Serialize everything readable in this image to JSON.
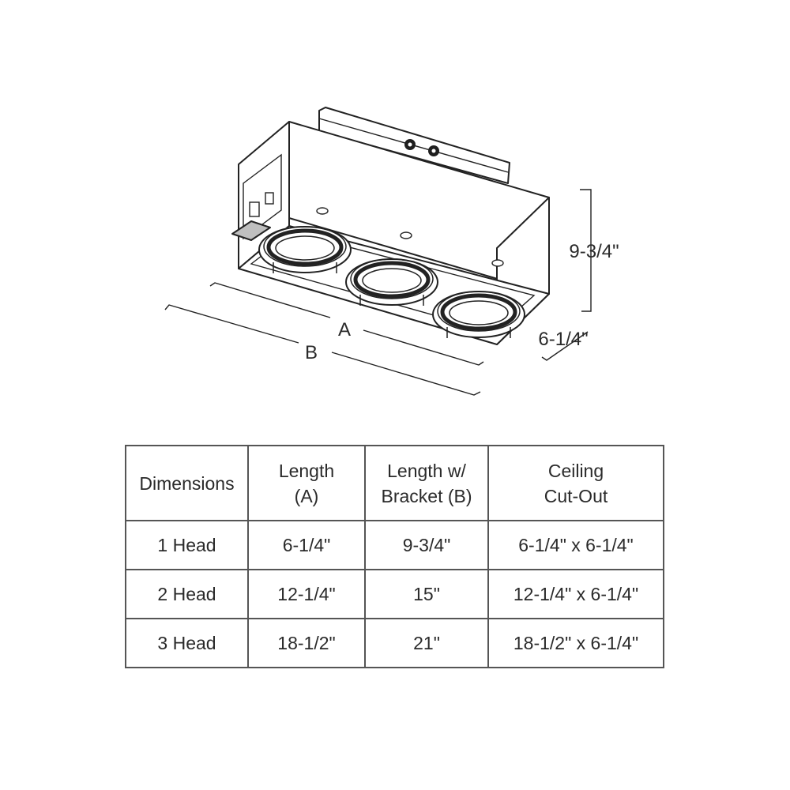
{
  "diagram": {
    "labels": {
      "height": "9-3/4\"",
      "depth": "6-1/4\"",
      "length_a": "A",
      "length_b": "B"
    },
    "head_count": 3
  },
  "table": {
    "headers": [
      {
        "line1": "Dimensions",
        "line2": ""
      },
      {
        "line1": "Length",
        "line2": "(A)"
      },
      {
        "line1": "Length w/",
        "line2": "Bracket (B)"
      },
      {
        "line1": "Ceiling",
        "line2": "Cut-Out"
      }
    ],
    "rows": [
      [
        "1 Head",
        "6-1/4\"",
        "9-3/4\"",
        "6-1/4\" x 6-1/4\""
      ],
      [
        "2 Head",
        "12-1/4\"",
        "15\"",
        "12-1/4\" x 6-1/4\""
      ],
      [
        "3 Head",
        "18-1/2\"",
        "21\"",
        "18-1/2\" x 6-1/4\""
      ]
    ]
  }
}
